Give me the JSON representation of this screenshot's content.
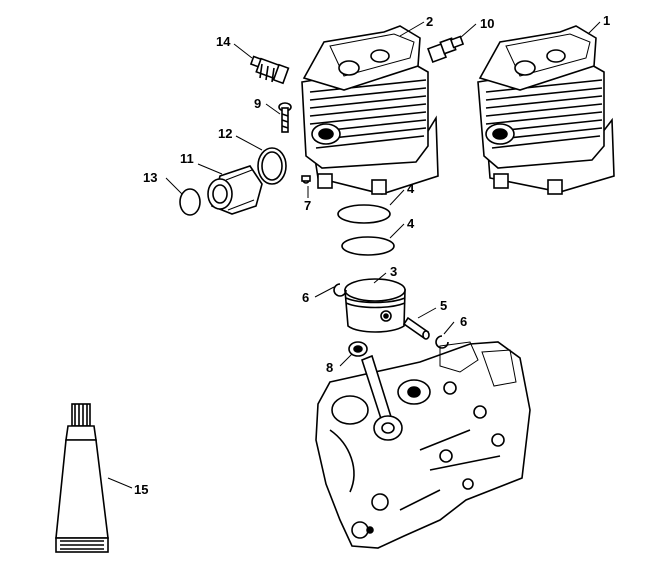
{
  "callouts": {
    "c1": "1",
    "c2": "2",
    "c3": "3",
    "c4a": "4",
    "c4b": "4",
    "c5": "5",
    "c6a": "6",
    "c6b": "6",
    "c7": "7",
    "c8": "8",
    "c9": "9",
    "c10": "10",
    "c11": "11",
    "c12": "12",
    "c13": "13",
    "c14": "14",
    "c15": "15"
  }
}
